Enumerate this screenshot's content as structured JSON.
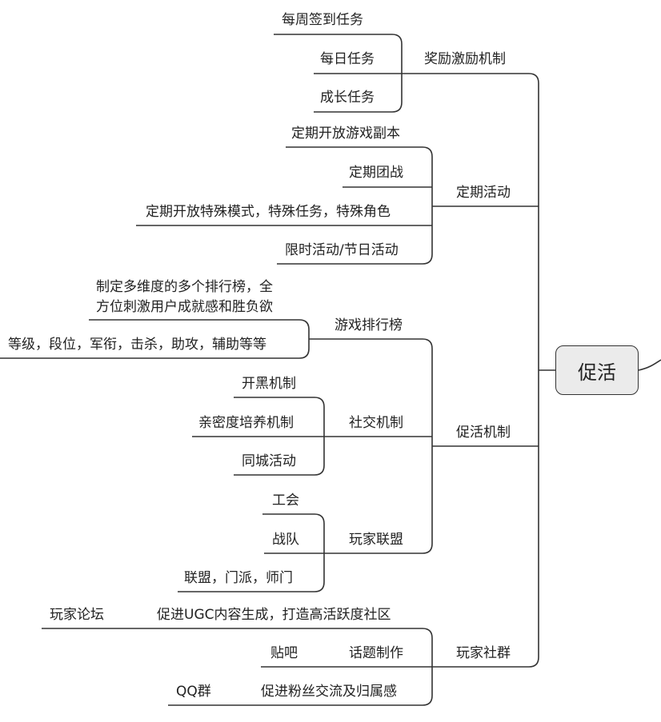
{
  "root": "促活",
  "branches": {
    "incentive": {
      "label": "奖励激励机制",
      "items": [
        "每周签到任务",
        "每日任务",
        "成长任务"
      ]
    },
    "scheduled": {
      "label": "定期活动",
      "items": [
        "定期开放游戏副本",
        "定期团战",
        "定期开放特殊模式，特殊任务，特殊角色",
        "限时活动/节日活动"
      ]
    },
    "mechanism": {
      "label": "促活机制",
      "ranking": {
        "label": "游戏排行榜",
        "desc_line1": "制定多维度的多个排行榜，全",
        "desc_line2": "方位刺激用户成就感和胜负欲",
        "detail": "等级，段位，军衔，击杀，助攻，辅助等等"
      },
      "social": {
        "label": "社交机制",
        "items": [
          "开黑机制",
          "亲密度培养机制",
          "同城活动"
        ]
      },
      "alliance": {
        "label": "玩家联盟",
        "items": [
          "工会",
          "战队",
          "联盟，门派，师门"
        ]
      }
    },
    "community": {
      "label": "玩家社群",
      "ugc": {
        "label": "促进UGC内容生成，打造高活跃度社区",
        "child": "玩家论坛"
      },
      "topic": {
        "label": "话题制作",
        "child": "贴吧"
      },
      "fans": {
        "label": "促进粉丝交流及归属感",
        "child": "QQ群"
      }
    }
  }
}
